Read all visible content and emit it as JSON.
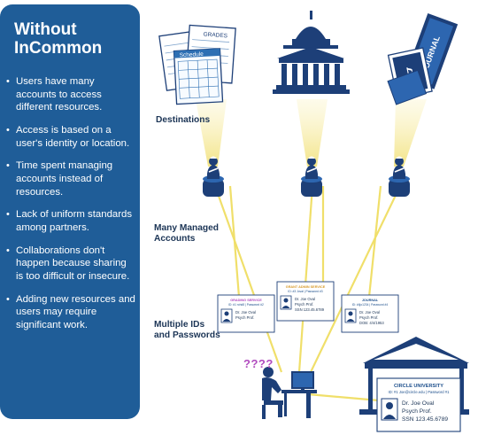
{
  "panel": {
    "title_line1": "Without",
    "title_line2": "InCommon",
    "bullets": [
      "Users have many accounts to access different resources.",
      "Access is based on a user's identity or location.",
      "Time spent managing accounts instead of resources.",
      "Lack of uniform standards among partners.",
      "Collaborations don't happen because sharing is too difficult or insecure.",
      "Adding new resources and users may require significant work."
    ]
  },
  "labels": {
    "destinations": "Destinations",
    "managed_line1": "Many Managed",
    "managed_line2": "Accounts",
    "ids_line1": "Multiple IDs",
    "ids_line2": "and Passwords",
    "question_marks": "????"
  },
  "documents": {
    "grades": "GRADES",
    "schedule": "Schedule",
    "journal": "JOURNAL"
  },
  "cards": [
    {
      "header": "GRADING SERVICE",
      "id_line": "ID: #1 rchd8 | Password #2",
      "lines": [
        "Dr. Joe Oval",
        "Psych Prof."
      ]
    },
    {
      "header": "GRANT ADMIN SERVICE",
      "id_line": "ID: #3 Joval | Password #3",
      "lines": [
        "Dr. Joe Oval",
        "Psych Prof.",
        "SSN 123.45.6789"
      ]
    },
    {
      "header": "JOURNAL",
      "id_line": "ID: #4jo1234 | Password #4",
      "lines": [
        "Dr. Joe Oval",
        "Psych Prof.",
        "DOB: 4/4/1953"
      ]
    },
    {
      "header": "CIRCLE UNIVERSITY",
      "id_line": "ID: #1 Joe@circle.edu | Password #1",
      "lines": [
        "Dr. Joe Oval",
        "Psych Prof.",
        "SSN 123.45.6789"
      ]
    }
  ],
  "colors": {
    "panel": "#1f5d98",
    "navy": "#1d3f78",
    "beam": "#f3e79a",
    "line": "#f0df6a",
    "card_header": "#1d4f8c",
    "question": "#b14cbf"
  }
}
